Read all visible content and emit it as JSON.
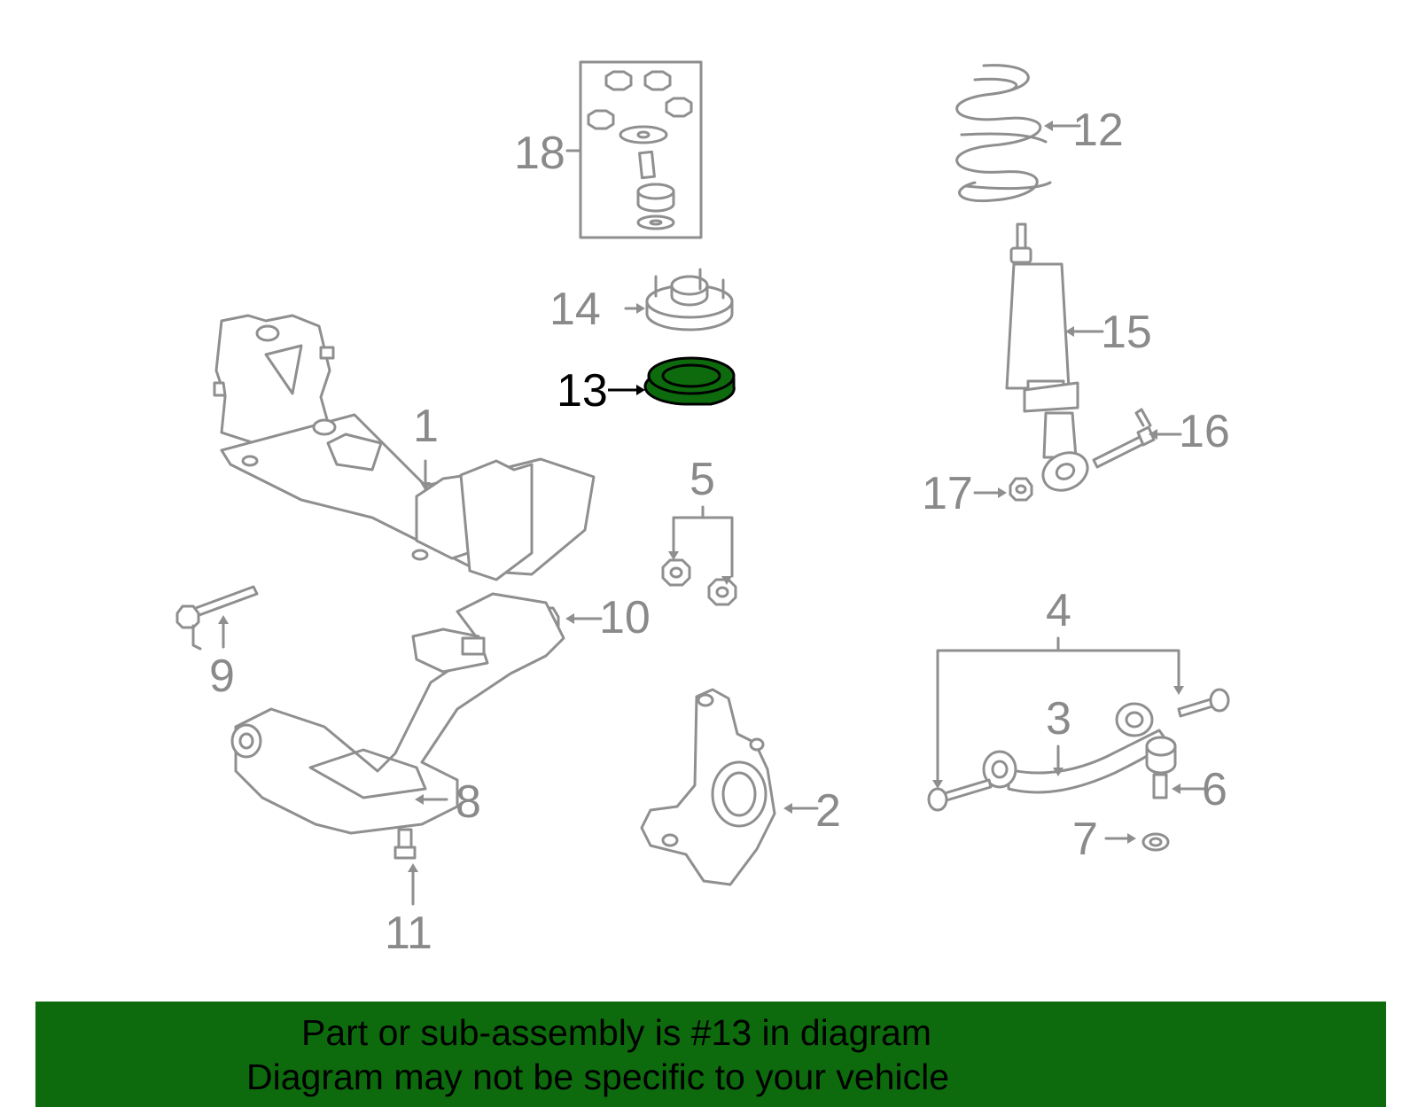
{
  "diagram": {
    "labels": {
      "l1": "1",
      "l2": "2",
      "l3": "3",
      "l4": "4",
      "l5": "5",
      "l6": "6",
      "l7": "7",
      "l8": "8",
      "l9": "9",
      "l10": "10",
      "l11": "11",
      "l12": "12",
      "l13": "13",
      "l14": "14",
      "l15": "15",
      "l16": "16",
      "l17": "17",
      "l18": "18"
    },
    "highlighted_part": "13",
    "colors": {
      "highlight": "#0d6b0d",
      "parts": "#8f8f8f",
      "labels": "#8a8a8a"
    }
  },
  "banner": {
    "line1": "Part or sub-assembly is #13 in diagram",
    "line2": "Diagram may not be specific to your vehicle",
    "background": "#0d6b0d"
  }
}
